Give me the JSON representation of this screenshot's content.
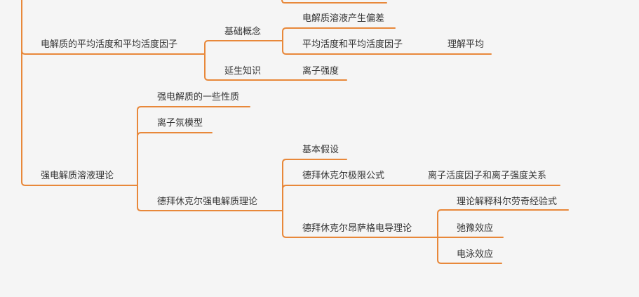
{
  "colors": {
    "branch": "#e8883a",
    "text": "#333333",
    "background": "#f5f5f5"
  },
  "nodes": {
    "n1": "电解质的平均活度和平均活度因子",
    "n1_1": "基础概念",
    "n1_1_1": "电解质溶液产生偏差",
    "n1_1_2": "平均活度和平均活度因子",
    "n1_1_2_1": "理解平均",
    "n1_2": "延生知识",
    "n1_2_1": "离子强度",
    "n2": "强电解质溶液理论",
    "n2_1": "强电解质的一些性质",
    "n2_2": "离子氛模型",
    "n2_3": "德拜休克尔强电解质理论",
    "n2_3_1": "基本假设",
    "n2_3_2": "德拜休克尔极限公式",
    "n2_3_2_1": "离子活度因子和离子强度关系",
    "n2_3_3": "德拜休克尔昂萨格电导理论",
    "n2_3_3_1": "理论解释科尔劳奇经验式",
    "n2_3_3_2": "弛豫效应",
    "n2_3_3_3": "电泳效应"
  }
}
